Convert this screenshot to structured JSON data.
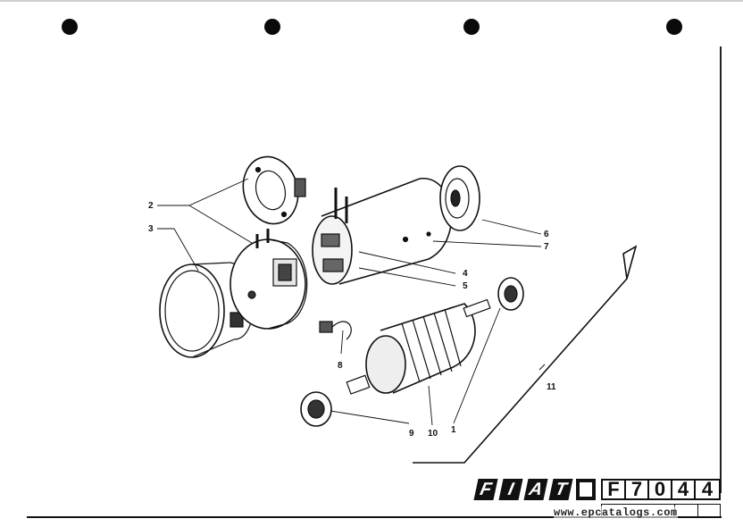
{
  "callouts": {
    "c1": "1",
    "c2": "2",
    "c3": "3",
    "c4": "4",
    "c5": "5",
    "c6": "6",
    "c7": "7",
    "c8": "8",
    "c9": "9",
    "c10": "10",
    "c11": "11"
  },
  "title_block": {
    "brand": "FIAT",
    "code_chars": [
      "F",
      "7",
      "0",
      "4",
      "4"
    ]
  },
  "watermark": "www.epcatalogs.com",
  "colors": {
    "ink": "#111111",
    "paper": "#ffffff"
  }
}
